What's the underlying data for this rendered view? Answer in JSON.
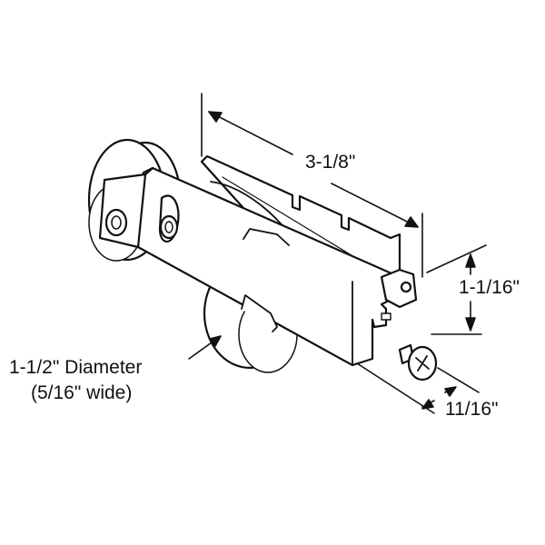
{
  "diagram": {
    "subject": "sliding door roller assembly",
    "line_color": "#111111",
    "background": "#ffffff",
    "dimensions": {
      "length": "3-1/8\"",
      "height": "1-1/16\"",
      "width": "11/16\"",
      "wheel_diameter": "1-1/2\" Diameter",
      "wheel_width": "(5/16\" wide)"
    }
  }
}
